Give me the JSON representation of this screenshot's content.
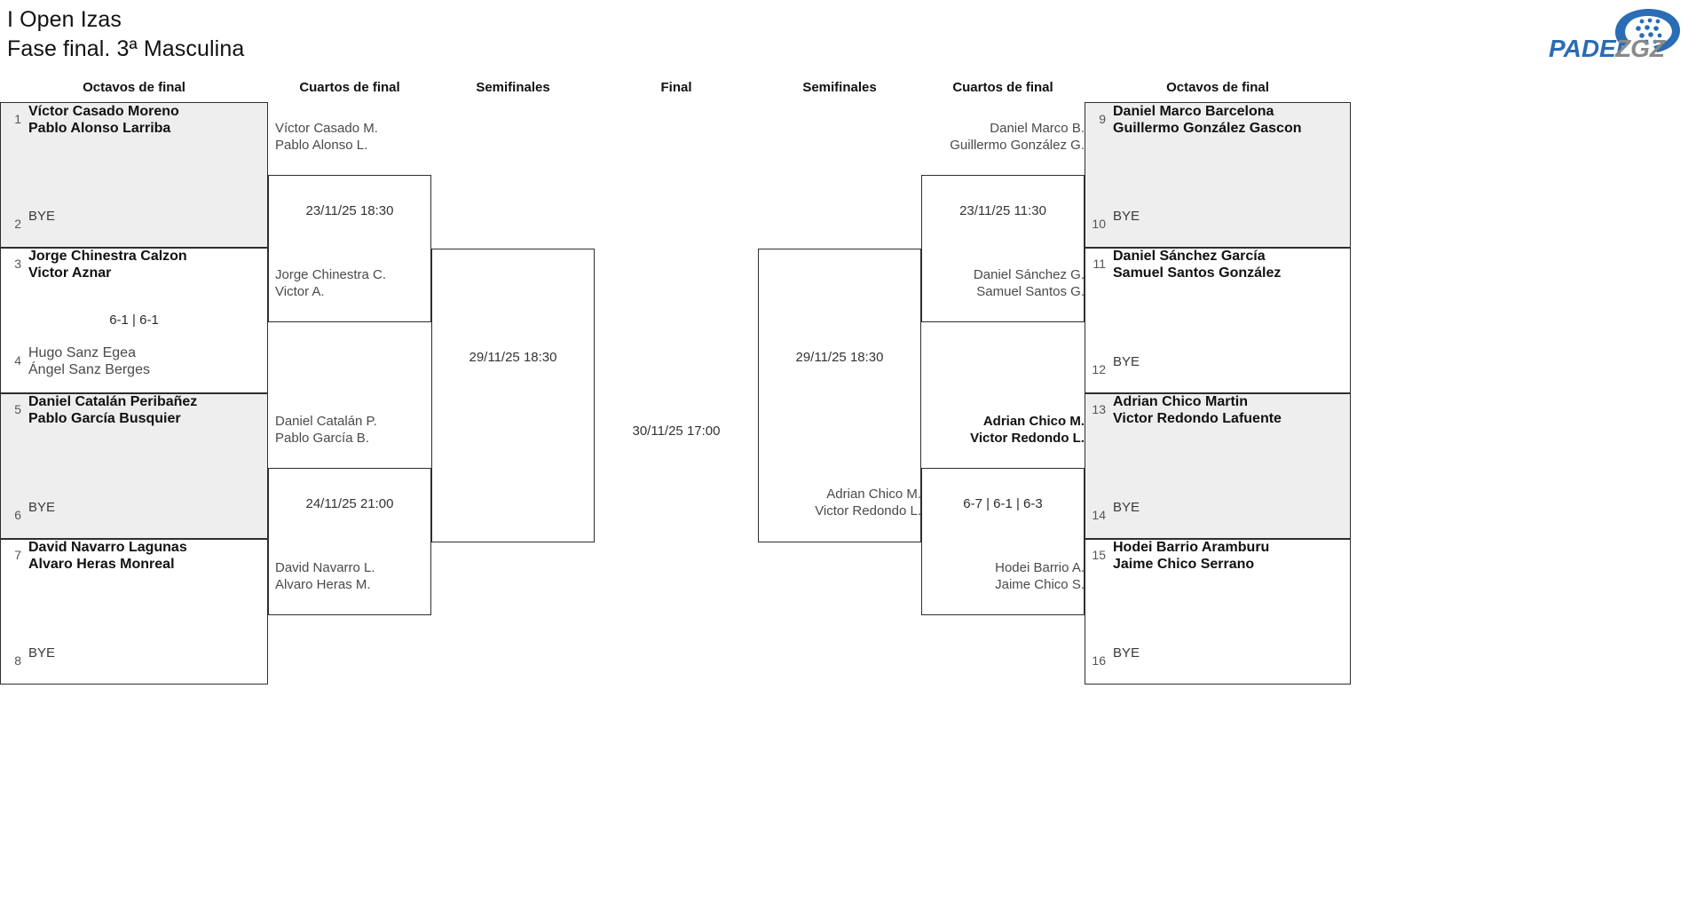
{
  "header": {
    "title_line1": "I Open Izas",
    "title_line2": "Fase final. 3ª Masculina",
    "logo_padel": "PADEL",
    "logo_zgz": "ZGZ",
    "brand_blue": "#2a6cb5",
    "brand_gray": "#8a8a8a"
  },
  "round_headers": {
    "left_r16": "Octavos de final",
    "left_qf": "Cuartos de final",
    "left_sf": "Semifinales",
    "final": "Final",
    "right_sf": "Semifinales",
    "right_qf": "Cuartos de final",
    "right_r16": "Octavos de final"
  },
  "left": {
    "r16": [
      {
        "seed": "1",
        "line1": "Víctor Casado Moreno",
        "line2": "Pablo Alonso Larriba",
        "state": "win"
      },
      {
        "seed": "2",
        "line1": "BYE",
        "line2": "",
        "state": "bye"
      },
      {
        "seed": "3",
        "line1": "Jorge Chinestra Calzon",
        "line2": "Victor Aznar",
        "state": "win"
      },
      {
        "seed": "4",
        "line1": "Hugo Sanz Egea",
        "line2": "Ángel Sanz Berges",
        "state": "lose"
      },
      {
        "seed": "5",
        "line1": "Daniel Catalán Peribañez",
        "line2": "Pablo García Busquier",
        "state": "win"
      },
      {
        "seed": "6",
        "line1": "BYE",
        "line2": "",
        "state": "bye"
      },
      {
        "seed": "7",
        "line1": "David Navarro Lagunas",
        "line2": "Alvaro Heras Monreal",
        "state": "win"
      },
      {
        "seed": "8",
        "line1": "BYE",
        "line2": "",
        "state": "bye"
      }
    ],
    "r16_scores": [
      "",
      "6-1 | 6-1",
      "",
      ""
    ],
    "qf": [
      {
        "line1": "Víctor Casado M.",
        "line2": "Pablo Alonso L.",
        "state": "pend"
      },
      {
        "line1": "Jorge Chinestra C.",
        "line2": "Victor A.",
        "state": "pend"
      },
      {
        "line1": "Daniel Catalán P.",
        "line2": "Pablo García B.",
        "state": "pend"
      },
      {
        "line1": "David Navarro L.",
        "line2": "Alvaro Heras M.",
        "state": "pend"
      }
    ],
    "qf_meta": [
      "23/11/25 18:30",
      "24/11/25 21:00"
    ],
    "sf_meta": "29/11/25 18:30"
  },
  "final": {
    "meta": "30/11/25 17:00"
  },
  "right": {
    "r16": [
      {
        "seed": "9",
        "line1": "Daniel Marco Barcelona",
        "line2": "Guillermo González Gascon",
        "state": "win"
      },
      {
        "seed": "10",
        "line1": "BYE",
        "line2": "",
        "state": "bye"
      },
      {
        "seed": "11",
        "line1": "Daniel Sánchez García",
        "line2": "Samuel Santos González",
        "state": "win"
      },
      {
        "seed": "12",
        "line1": "BYE",
        "line2": "",
        "state": "bye"
      },
      {
        "seed": "13",
        "line1": "Adrian Chico Martin",
        "line2": "Victor Redondo Lafuente",
        "state": "win"
      },
      {
        "seed": "14",
        "line1": "BYE",
        "line2": "",
        "state": "bye"
      },
      {
        "seed": "15",
        "line1": "Hodei Barrio Aramburu",
        "line2": "Jaime Chico Serrano",
        "state": "win"
      },
      {
        "seed": "16",
        "line1": "BYE",
        "line2": "",
        "state": "bye"
      }
    ],
    "qf": [
      {
        "line1": "Daniel Marco B.",
        "line2": "Guillermo González G.",
        "state": "pend"
      },
      {
        "line1": "Daniel Sánchez G.",
        "line2": "Samuel Santos G.",
        "state": "pend"
      },
      {
        "line1": "Adrian Chico M.",
        "line2": "Victor Redondo L.",
        "state": "win"
      },
      {
        "line1": "Hodei Barrio A.",
        "line2": "Jaime Chico S.",
        "state": "lose"
      }
    ],
    "qf_meta": [
      "23/11/25 11:30",
      "6-7 | 6-1 | 6-3"
    ],
    "sf": [
      {
        "line1": "Adrian Chico M.",
        "line2": "Victor Redondo L.",
        "state": "pend"
      }
    ],
    "sf_meta": "29/11/25 18:30"
  }
}
